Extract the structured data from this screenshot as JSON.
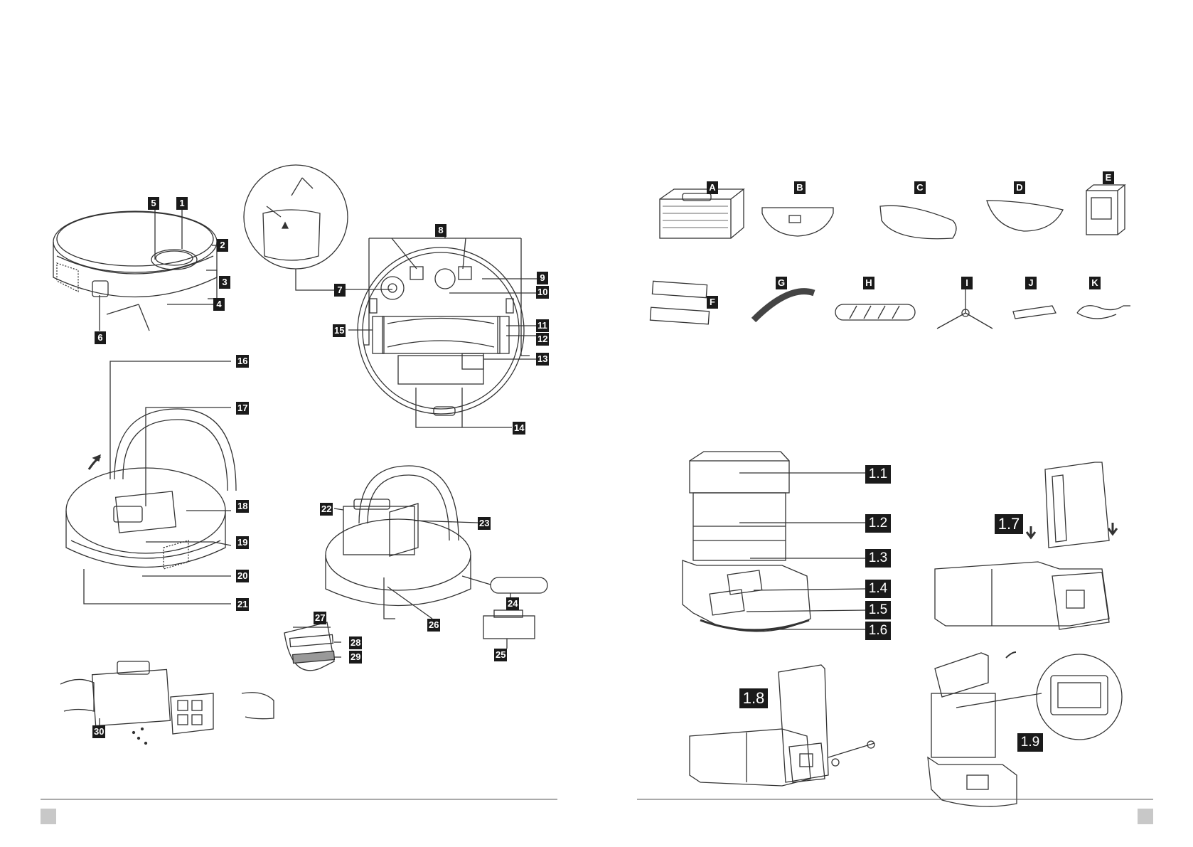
{
  "left_page": {
    "robot_labels": [
      "1",
      "2",
      "3",
      "4",
      "5",
      "6",
      "7",
      "8",
      "9",
      "10",
      "11",
      "12",
      "13",
      "14",
      "15",
      "16",
      "17",
      "18",
      "19",
      "20",
      "21",
      "22",
      "23",
      "24",
      "25",
      "26",
      "27",
      "28",
      "29",
      "30"
    ]
  },
  "right_page": {
    "accessory_labels": [
      "A",
      "B",
      "C",
      "D",
      "E",
      "F",
      "G",
      "H",
      "I",
      "J",
      "K"
    ],
    "station_labels": [
      "1.1",
      "1.2",
      "1.3",
      "1.4",
      "1.5",
      "1.6",
      "1.7",
      "1.8",
      "1.9"
    ]
  }
}
